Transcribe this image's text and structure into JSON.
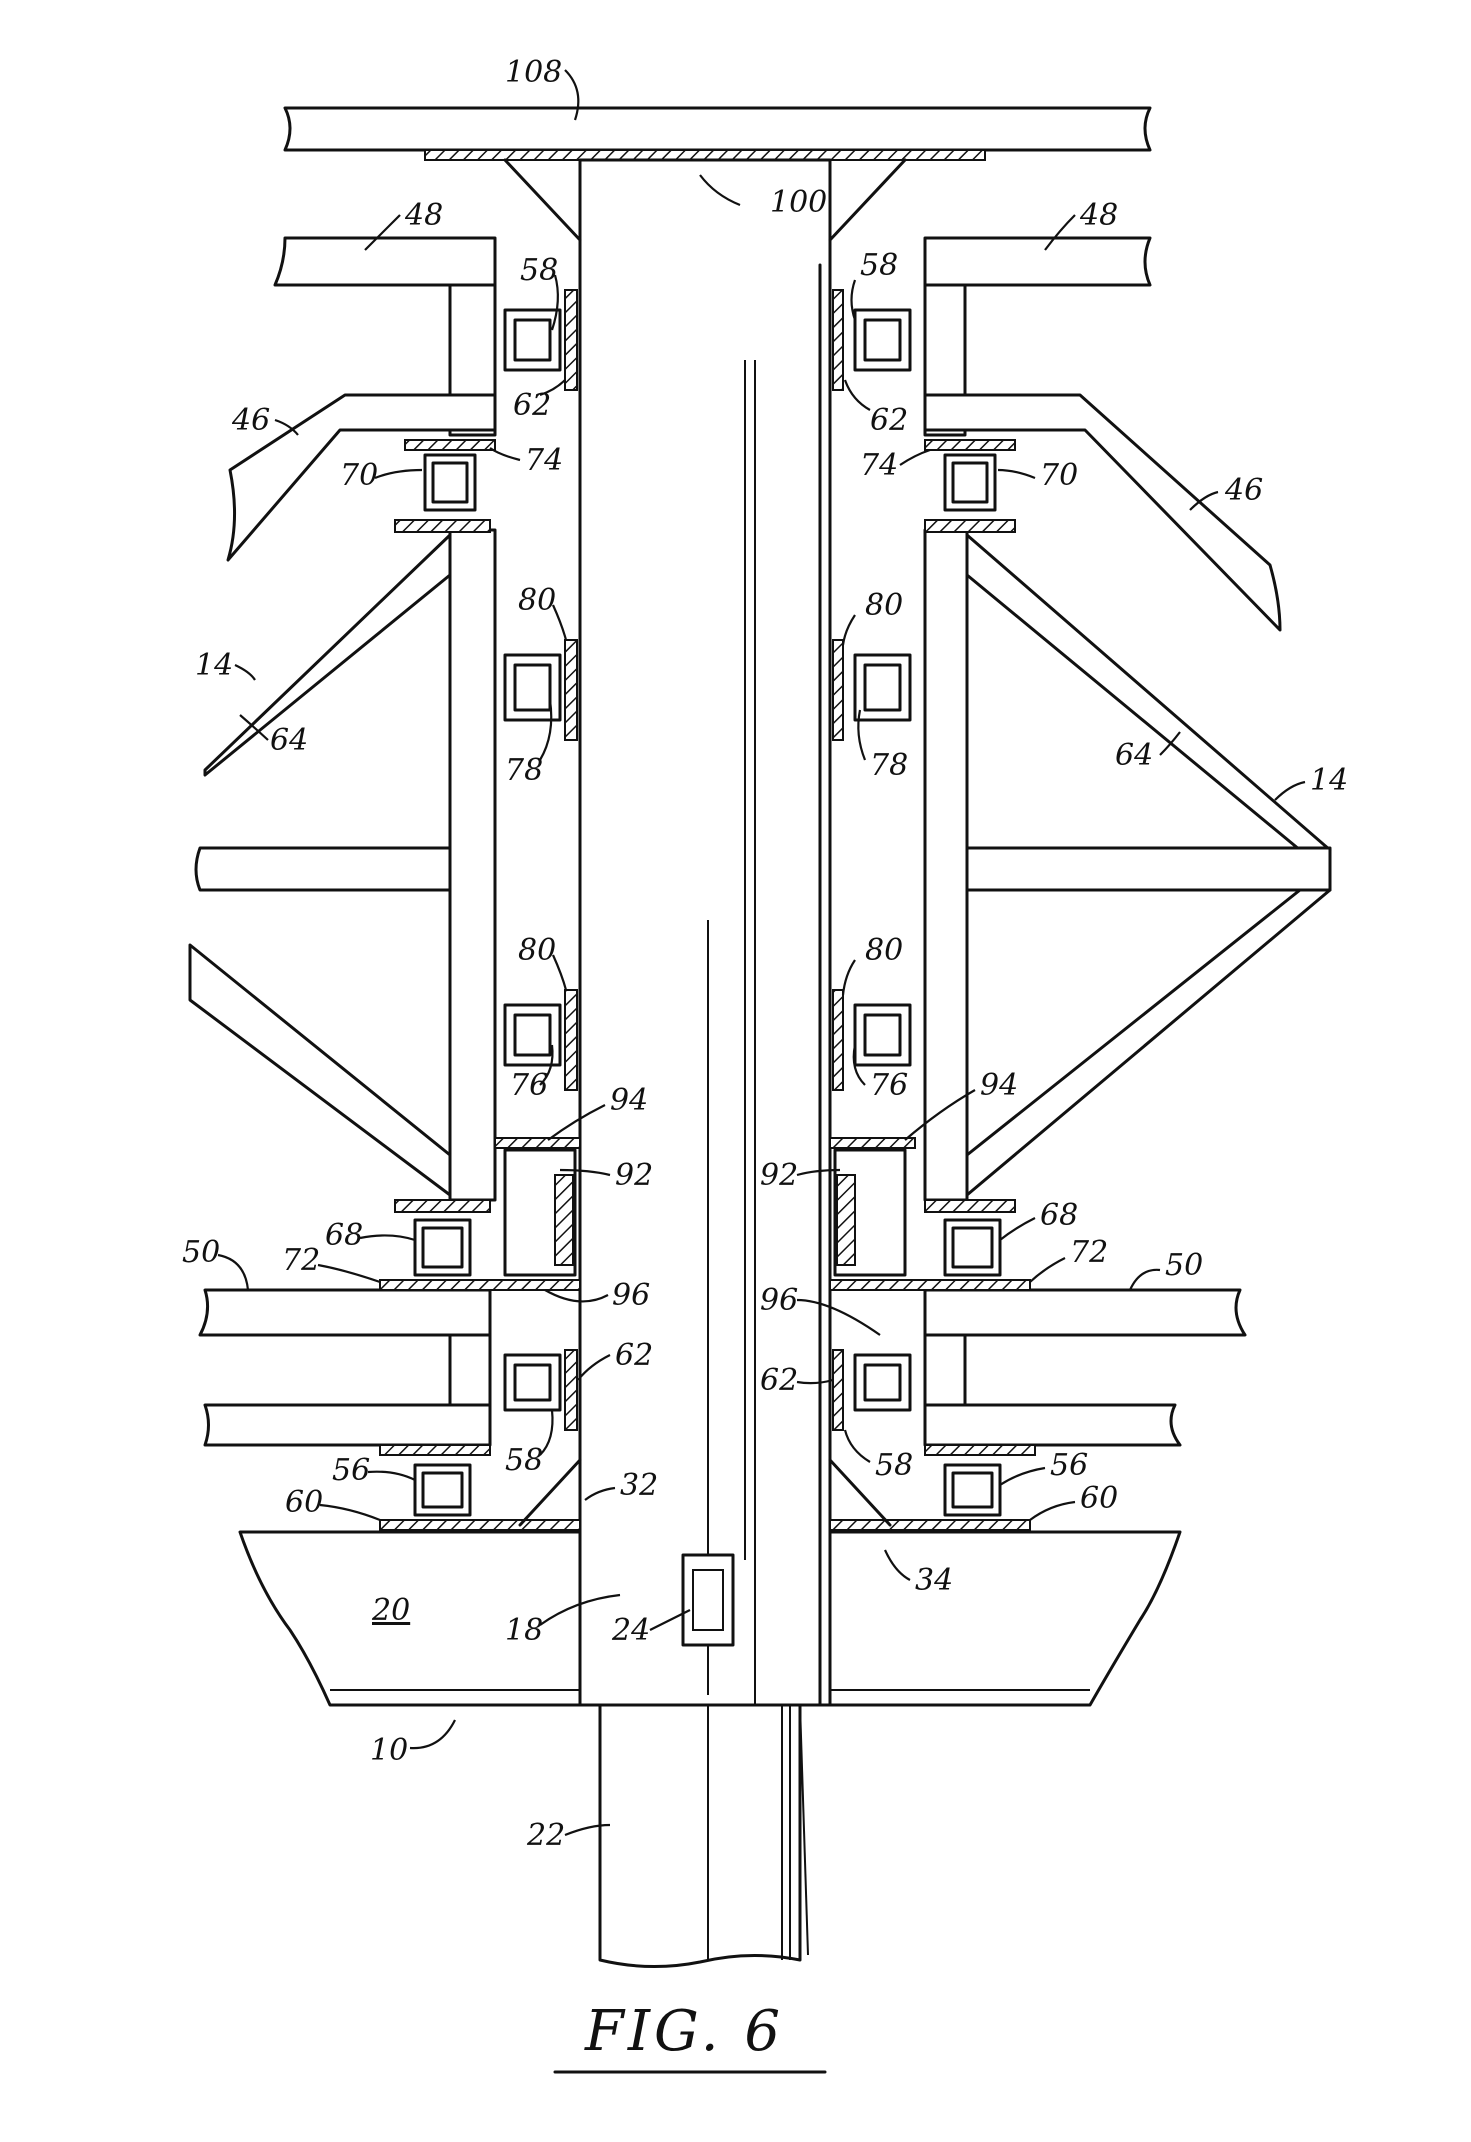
{
  "figure": {
    "caption": "FIG. 6",
    "labels": {
      "l108": "108",
      "l100": "100",
      "l48a": "48",
      "l48b": "48",
      "l58a": "58",
      "l58b": "58",
      "l58c": "58",
      "l58d": "58",
      "l62a": "62",
      "l62b": "62",
      "l62c": "62",
      "l62d": "62",
      "l46a": "46",
      "l46b": "46",
      "l70a": "70",
      "l70b": "70",
      "l74a": "74",
      "l74b": "74",
      "l80a": "80",
      "l80b": "80",
      "l80c": "80",
      "l80d": "80",
      "l78a": "78",
      "l78b": "78",
      "l14a": "14",
      "l14b": "14",
      "l64a": "64",
      "l64b": "64",
      "l76a": "76",
      "l76b": "76",
      "l94a": "94",
      "l94b": "94",
      "l92a": "92",
      "l92b": "92",
      "l68a": "68",
      "l68b": "68",
      "l72a": "72",
      "l72b": "72",
      "l50a": "50",
      "l50b": "50",
      "l96a": "96",
      "l96b": "96",
      "l56a": "56",
      "l56b": "56",
      "l60a": "60",
      "l60b": "60",
      "l32": "32",
      "l34": "34",
      "l20": "20",
      "l18": "18",
      "l24": "24",
      "l10": "10",
      "l22": "22"
    }
  }
}
